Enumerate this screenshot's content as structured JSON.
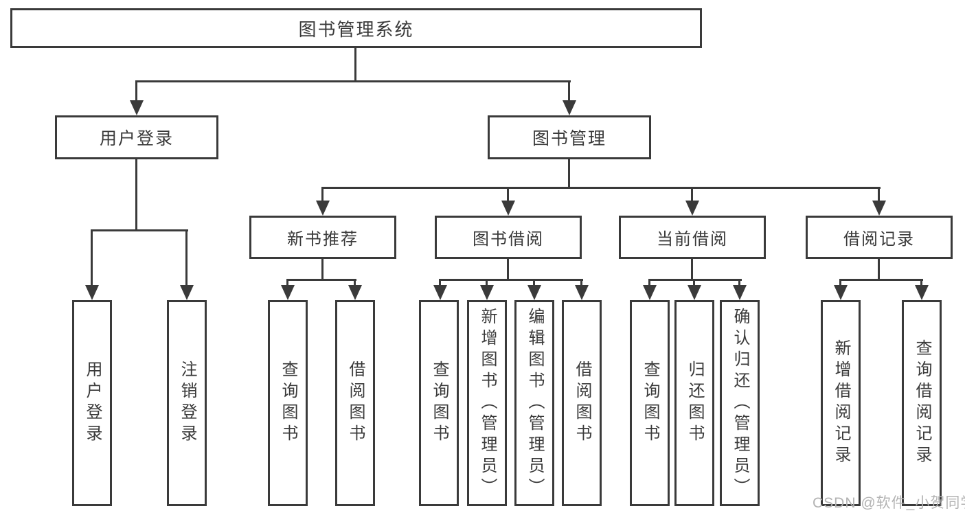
{
  "colors": {
    "stroke": "#3a3a3a",
    "text": "#3a3a3a",
    "background": "#ffffff",
    "watermark": "#b3b3b3"
  },
  "watermark": {
    "text": "CSDN @软件_小贺同学"
  },
  "tree": {
    "root": {
      "label": "图书管理系统"
    },
    "level2": [
      {
        "label": "用户登录",
        "children": [
          {
            "label": "用户登录"
          },
          {
            "label": "注销登录"
          }
        ]
      },
      {
        "label": "图书管理",
        "children": [
          {
            "label": "新书推荐",
            "children": [
              {
                "label": "查询图书"
              },
              {
                "label": "借阅图书"
              }
            ]
          },
          {
            "label": "图书借阅",
            "children": [
              {
                "label": "查询图书"
              },
              {
                "label": "新增图书（管理员）"
              },
              {
                "label": "编辑图书（管理员）"
              },
              {
                "label": "借阅图书"
              }
            ]
          },
          {
            "label": "当前借阅",
            "children": [
              {
                "label": "查询图书"
              },
              {
                "label": "归还图书"
              },
              {
                "label": "确认归还（管理员）"
              }
            ]
          },
          {
            "label": "借阅记录",
            "children": [
              {
                "label": "新增借阅记录"
              },
              {
                "label": "查询借阅记录"
              }
            ]
          }
        ]
      }
    ]
  }
}
